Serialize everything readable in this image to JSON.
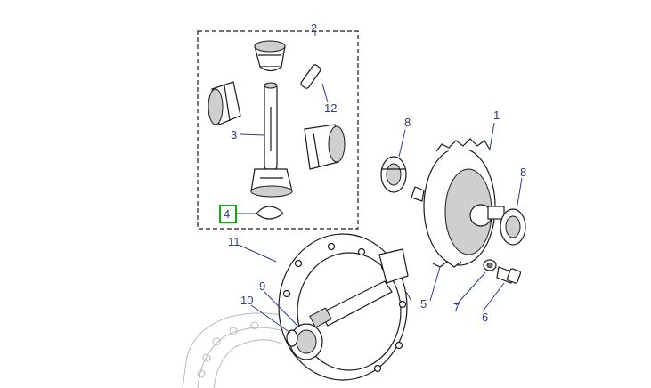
{
  "callouts": {
    "c1": "1",
    "c2": "2",
    "c3": "3",
    "c4": "4",
    "c5": "5",
    "c6": "6",
    "c7": "7",
    "c8a": "8",
    "c8b": "8",
    "c9": "9",
    "c10": "10",
    "c11": "11",
    "c12": "12"
  },
  "colors": {
    "callout": "#2b3a8f",
    "highlight": "#19a319",
    "line": "#1a1a1a"
  },
  "highlighted_callout": "4"
}
